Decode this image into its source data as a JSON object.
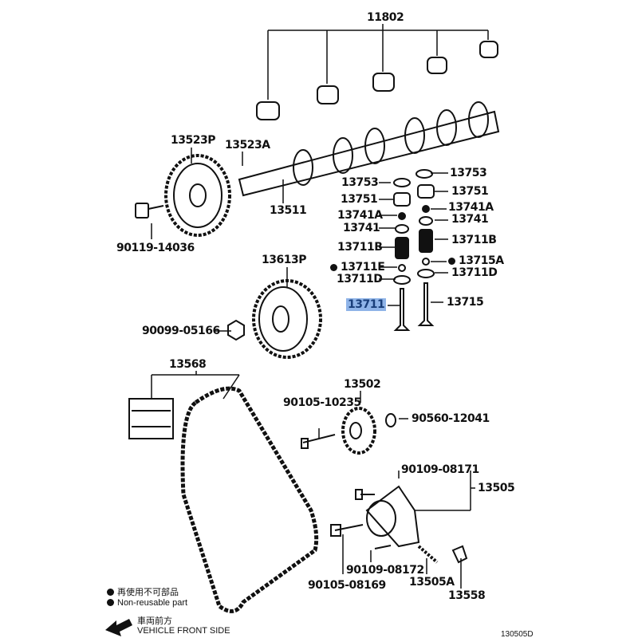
{
  "diagram": {
    "labels": [
      "11802",
      "13523P",
      "13523A",
      "13511",
      "90119-14036",
      "13753",
      "13753",
      "13751",
      "13751",
      "13741A",
      "13741A",
      "13741",
      "13741",
      "13711B",
      "13711B",
      "13711E",
      "13715A",
      "13711D",
      "13711D",
      "13711",
      "13715",
      "13613P",
      "90099-05166",
      "13568",
      "13502",
      "90105-10235",
      "90560-12041",
      "90109-08171",
      "13505",
      "90105-08169",
      "90109-08172",
      "13505A",
      "13558"
    ],
    "highlighted_part": "13711",
    "highlight_color": "#8fb4e8",
    "legend": {
      "jp": "再使用不可部品",
      "en": "Non-reusable part",
      "marker_icon": "filled-circle-icon"
    },
    "direction": {
      "jp": "車両前方",
      "en": "VEHICLE FRONT SIDE",
      "icon": "arrow-left-icon"
    },
    "diagram_code": "130505D"
  }
}
